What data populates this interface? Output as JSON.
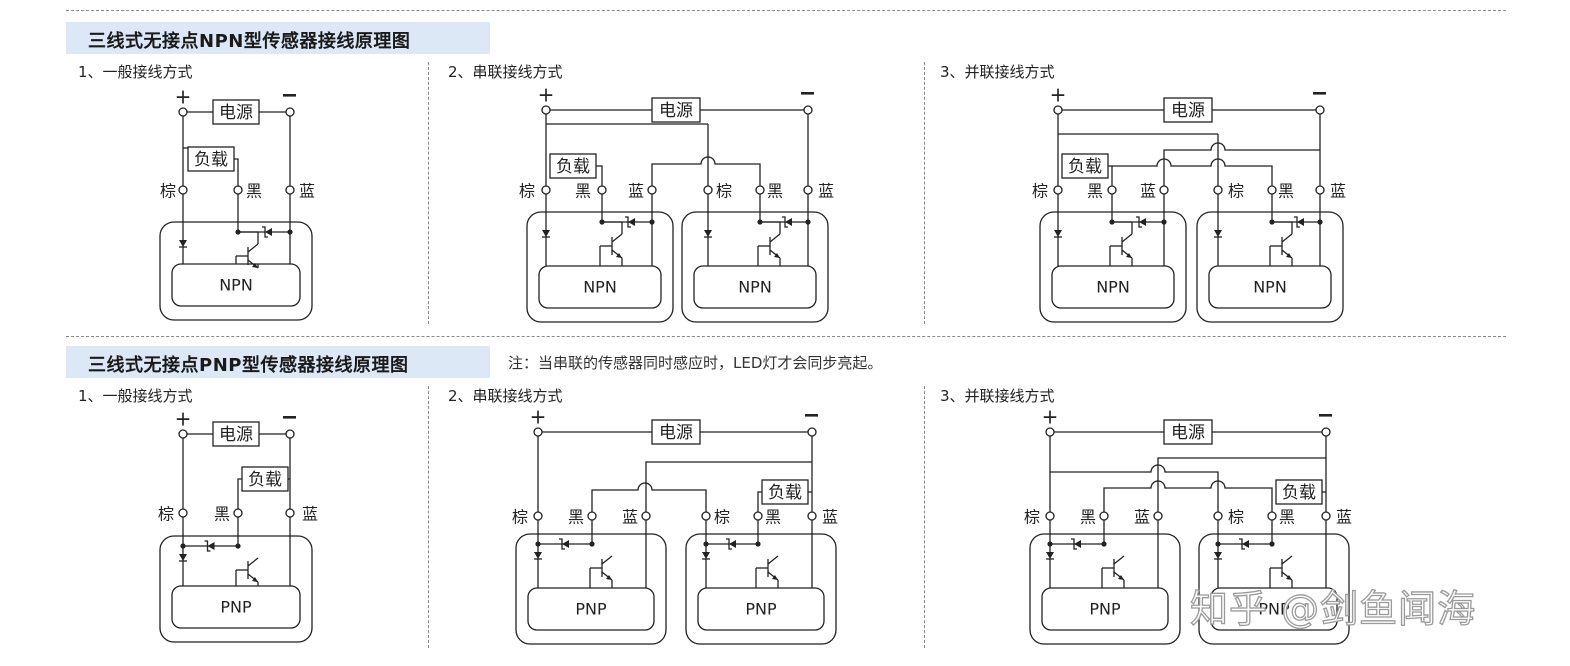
{
  "npn_section": {
    "title": "三线式无接点NPN型传感器接线原理图"
  },
  "pnp_section": {
    "title": "三线式无接点PNP型传感器接线原理图",
    "note": "注：当串联的传感器同时感应时，LED灯才会同步亮起。"
  },
  "modes": {
    "general": "1、一般接线方式",
    "series": "2、串联接线方式",
    "parallel": "3、并联接线方式"
  },
  "labels": {
    "plus": "+",
    "minus": "−",
    "power": "电源",
    "load": "负载",
    "brown": "棕",
    "black": "黑",
    "blue": "蓝",
    "npn": "NPN",
    "pnp": "PNP"
  },
  "watermark": "知乎 @剑鱼闻海"
}
